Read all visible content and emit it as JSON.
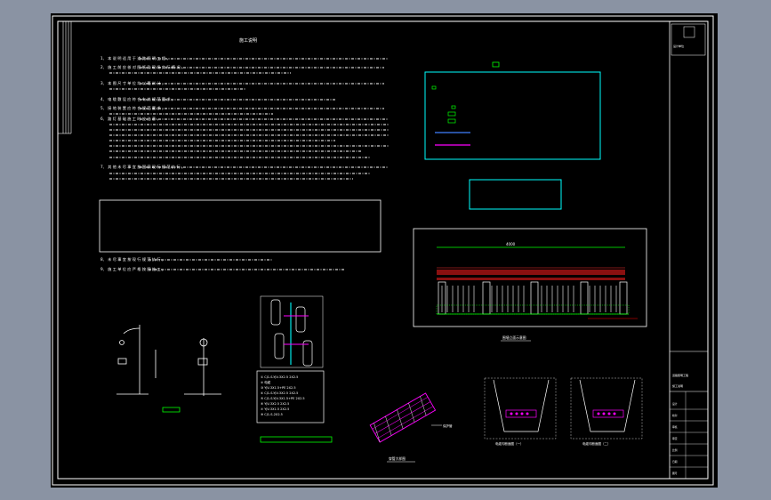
{
  "drawing": {
    "title": "施工说明",
    "notes": [
      "1、 本 说 明 适 用 于 道 路 照 明 工 程 ，",
      "2、 施 工 前 应 核 对 图 纸 及 现 场 实 际 情 况 ，",
      "3、 本 图 尺 寸 单 位 均 以 毫 米 计 ，",
      "4、 电 缆 敷 设 应 符 合 有 关 规 范 要 求 ，",
      "5、 接 地 装 置 应 符 合 规 范 要 求 ，",
      "6、 路 灯 基 础 施 工 时 应 注 意 ，",
      "7、 其 他 未 尽 事 宜 按 国 家 现 行 规 范 执 行 。"
    ],
    "notes_tail": [
      "8、 未 尽 事 宜 按 现 行 规 范 执 行 ，",
      "9、 施 工 单 位 应 严 格 按 图 施 工 。"
    ],
    "cable_legend": [
      "① CJ1-S-YJV-3X2.5  2X2.5",
      "② 电缆",
      "③ YJV-3X1.5+PE  2X2.5",
      "④ CJ1-S-YJV-3X2.5  2X2.5",
      "⑤ CJ1-S-YJV-3X1.5+PE 2X2.5",
      "⑥ YJV-3X2.5 2X2.5",
      "⑦ YJV-3X1.5 2X2.5",
      "⑧ CJ1-S-2X2.5"
    ],
    "fence_width_label": "4000",
    "fence_title": "围墙立面示意图",
    "trench_title_1": "电缆沟断面图（一）",
    "trench_title_2": "电缆沟断面图（二）",
    "pipe_title": "穿管大样图",
    "pipe_label": "保护管",
    "title_block": {
      "company": "设计单位",
      "project": "道路照明工程",
      "drawing_name": "施工说明",
      "rows": [
        "设计",
        "校对",
        "审核",
        "审定",
        "比例",
        "日期",
        "图号"
      ]
    }
  },
  "colors": {
    "background": "#000000",
    "workspace": "#8a93a3",
    "frame": "#ffffff",
    "accent_cyan": "#00ffff",
    "accent_green": "#00ff00",
    "accent_red": "#ff0000",
    "accent_magenta": "#ff00ff",
    "accent_blue": "#0000ff"
  }
}
